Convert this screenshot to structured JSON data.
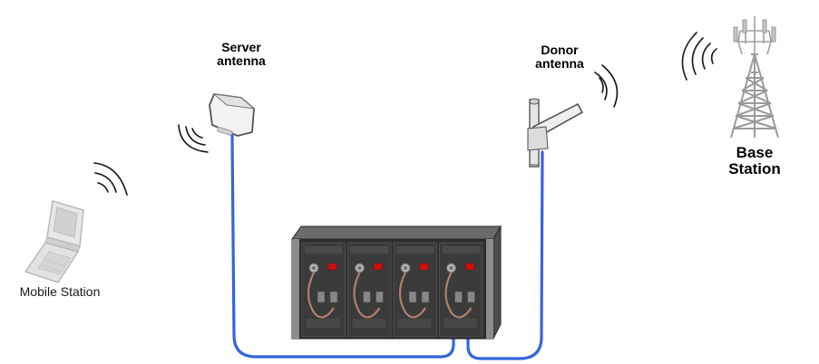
{
  "labels": {
    "server_antenna": [
      "Server",
      "antenna"
    ],
    "donor_antenna": [
      "Donor",
      "antenna"
    ],
    "base_station": [
      "Base",
      "Station"
    ],
    "mobile_station": "Mobile Station"
  },
  "colors": {
    "cable": "#3366dd",
    "chassis": "#3a3a3a",
    "wave": "#111111",
    "device_gray": "#bdbdbd"
  },
  "repeater": {
    "module_count": 4,
    "power_indicator_color": "#d01010"
  }
}
